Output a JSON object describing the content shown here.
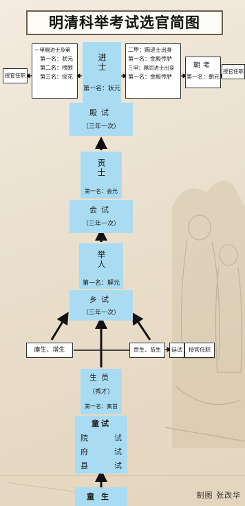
{
  "title": "明清科举考试选官简图",
  "jinshi": {
    "name": "进士",
    "first": "第一名：状元"
  },
  "left_box": [
    "一甲赐进士及第",
    "第一名：状元",
    "第二名：榜眼",
    "第三名：探花"
  ],
  "left_appoint": "授官任职",
  "right_box": [
    "二甲：赐进士出身",
    "第一名：金殿传胪",
    "三甲：赐同进士出身",
    "第一名：金殿传胪"
  ],
  "chaokao": {
    "name": "朝考",
    "first": "第一名：朝元"
  },
  "right_appoint": "授官任职",
  "dianshi": {
    "name": "殿试",
    "freq": "（三年一次）"
  },
  "gongshi": {
    "name": "贡士",
    "first": "第一名：会元"
  },
  "huishi": {
    "name": "会试",
    "freq": "（三年一次）"
  },
  "juren": {
    "name": "举人",
    "first": "第一名：解元"
  },
  "xiangshi": {
    "name": "乡试",
    "freq": "（三年一次）"
  },
  "linsheng": "廪生、增生",
  "gongsheng": "贡生、监生",
  "tingshi": "廷试",
  "tingshi_appoint": "授官任职",
  "shengyuan": {
    "name": "生员",
    "alias": "（秀才）",
    "first": "第一名：案首"
  },
  "tongshi": {
    "title": "童试",
    "rows": [
      [
        "院",
        "试"
      ],
      [
        "府",
        "试"
      ],
      [
        "县",
        "试"
      ]
    ]
  },
  "tongsheng": "童生",
  "credit": "制图 张改华"
}
